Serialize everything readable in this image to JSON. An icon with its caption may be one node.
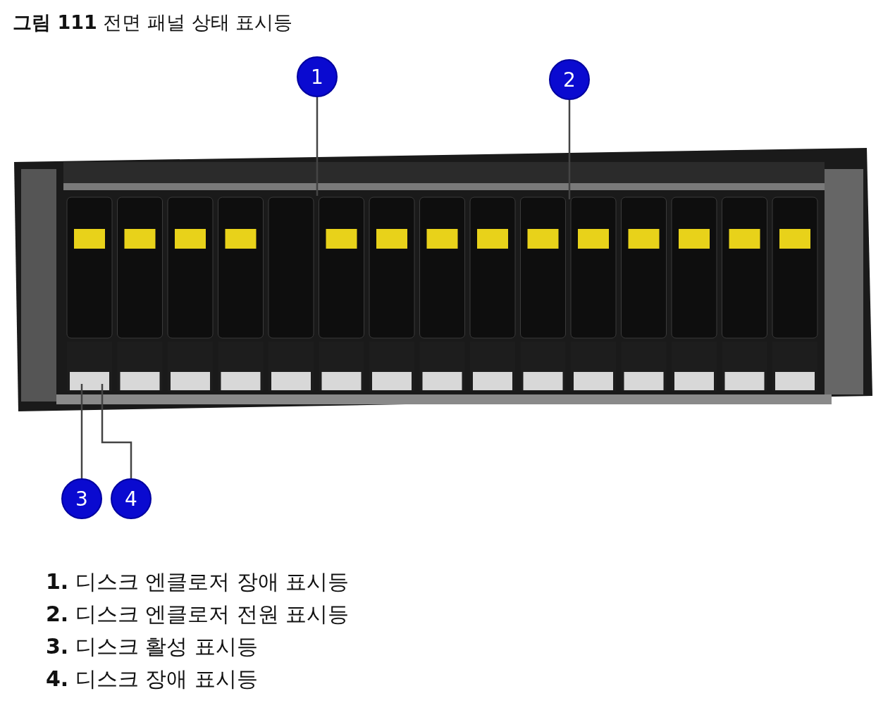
{
  "diagram": {
    "title": "**그림 111** 전면 패널 상태 표시등",
    "nodes": [
      {
        "text": [],
        "shape": "picture"
      },
      {
        "text": [
          "1"
        ]
      },
      {
        "text": [
          "2"
        ]
      },
      {
        "text": [
          "3"
        ]
      },
      {
        "text": [
          "4"
        ]
      }
    ],
    "edges": [
      {
        "from": 1,
        "to": 0,
        "arrow": "none"
      },
      {
        "from": 2,
        "to": 0,
        "arrow": "none"
      },
      {
        "from": 3,
        "to": 0,
        "arrow": "none"
      },
      {
        "from": 4,
        "to": 0,
        "arrow": "none"
      }
    ],
    "labels": [
      "**1.** 디스크 엔클로저 장애 표시등",
      "**2.** 디스크 엔클로저 전원 표시등",
      "**3.** 디스크 활성 표시등",
      "**4.** 디스크 장애 표시등"
    ]
  }
}
